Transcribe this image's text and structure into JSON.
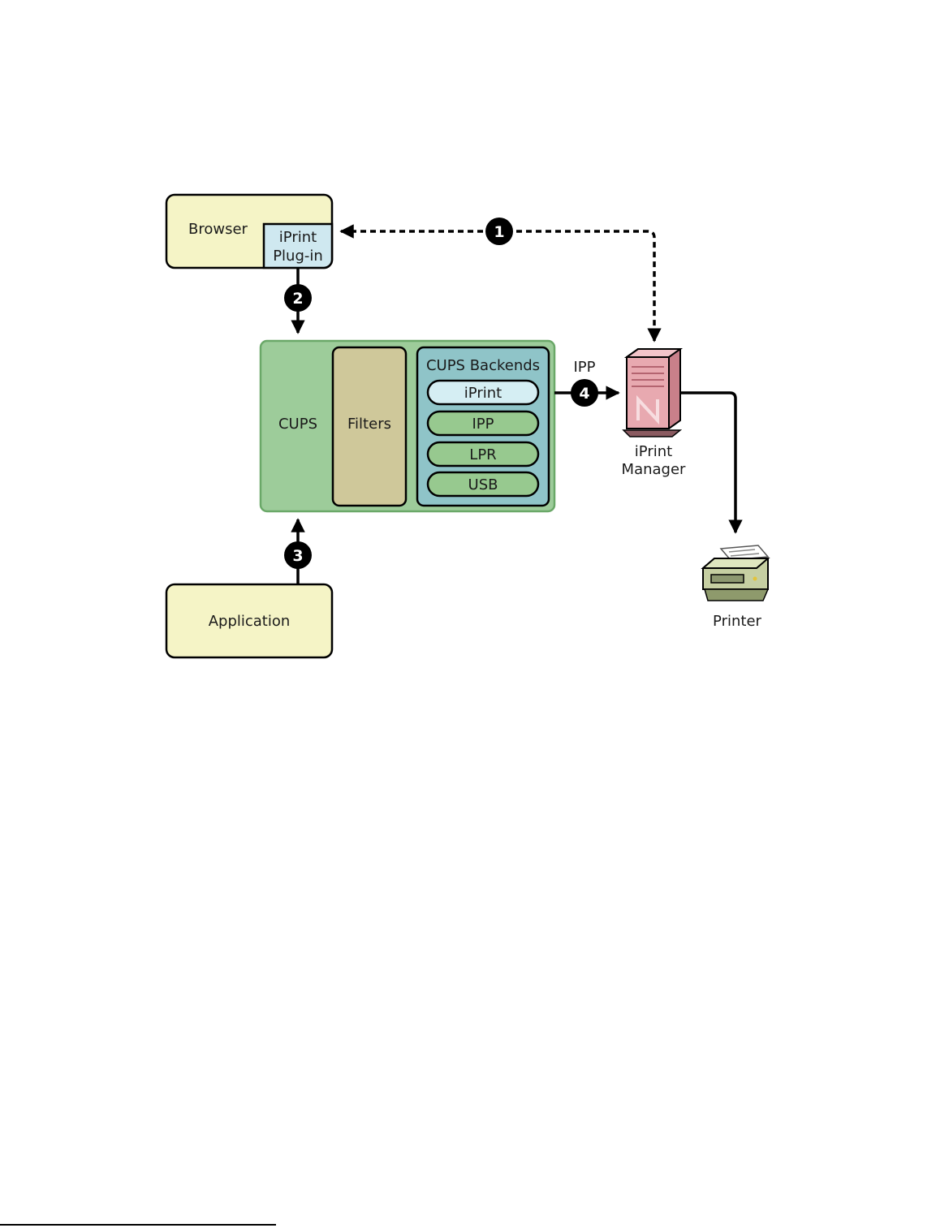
{
  "nodes": {
    "browser": {
      "label": "Browser"
    },
    "plugin": {
      "line1": "iPrint",
      "line2": "Plug-in"
    },
    "cups": {
      "label": "CUPS"
    },
    "filters": {
      "label": "Filters"
    },
    "backends": {
      "title": "CUPS Backends",
      "items": [
        "iPrint",
        "IPP",
        "LPR",
        "USB"
      ]
    },
    "manager": {
      "line1": "iPrint",
      "line2": "Manager"
    },
    "application": {
      "label": "Application"
    },
    "printer": {
      "label": "Printer"
    }
  },
  "edges": {
    "step1": "1",
    "step2": "2",
    "step3": "3",
    "step4": "4",
    "ipp_label": "IPP"
  },
  "colors": {
    "cream": "#f5f4c6",
    "plugin_blue": "#cfe8f0",
    "cups_green": "#9dcc9a",
    "filters_tan": "#cfc89a",
    "backends_teal": "#8fc4c8",
    "pill_green": "#97c98f",
    "pill_light": "#d5eef3",
    "server_pink": "#e8a9b0"
  }
}
